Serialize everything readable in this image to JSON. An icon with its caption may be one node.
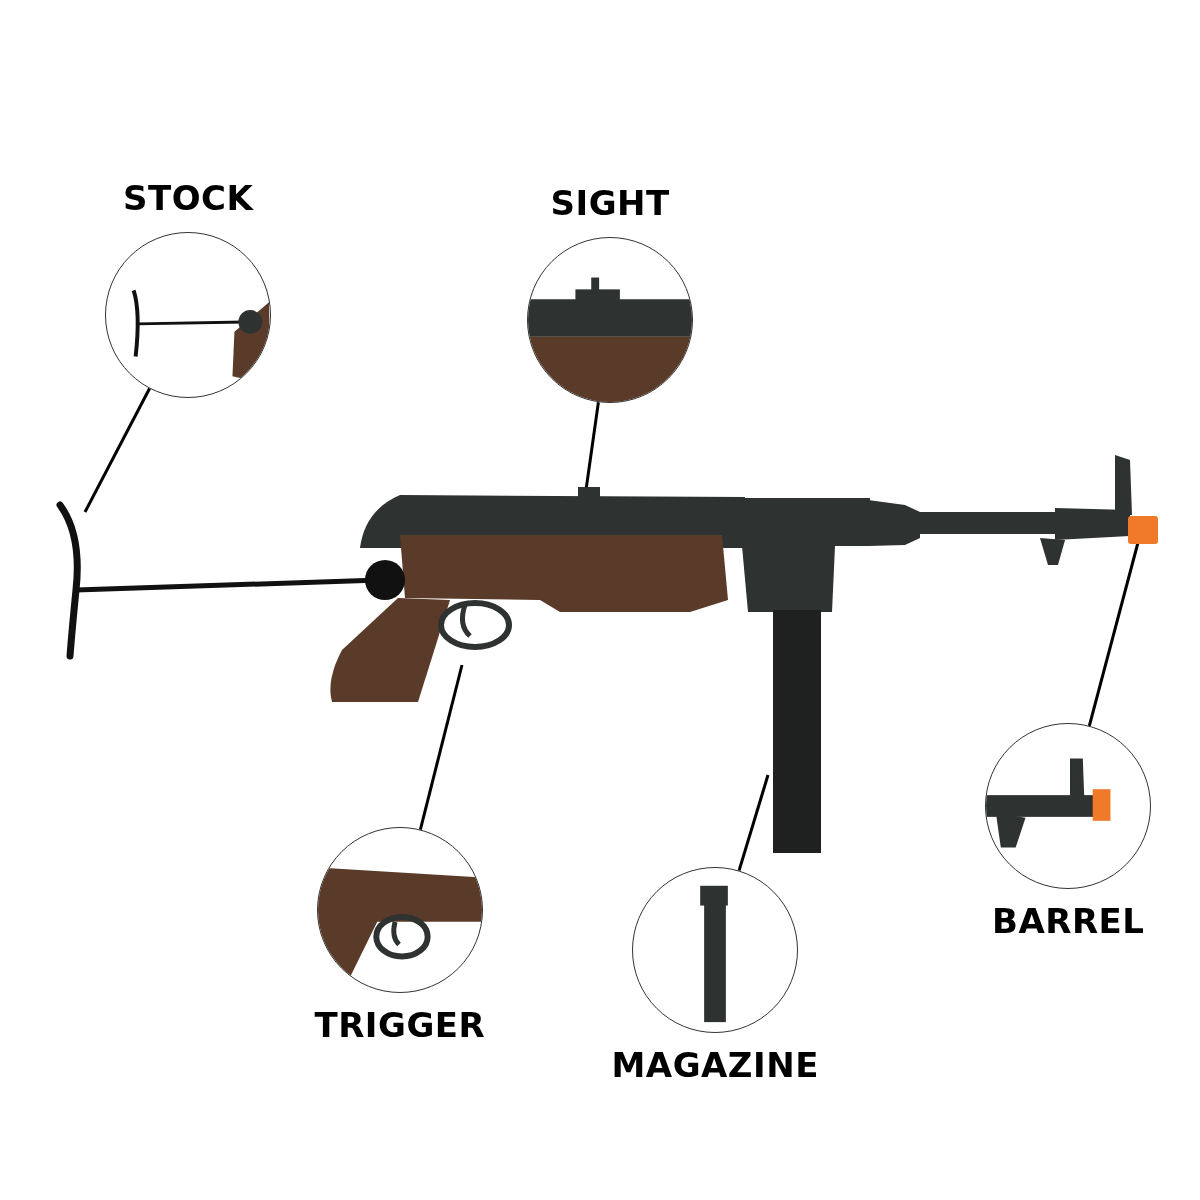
{
  "diagram": {
    "nodes": [
      {
        "text": [],
        "shape": "picture"
      },
      {
        "text": [
          "STOCK"
        ]
      },
      {
        "text": [
          "SIGHT"
        ]
      },
      {
        "text": [
          "TRIGGER"
        ]
      },
      {
        "text": [
          "MAGAZINE"
        ]
      },
      {
        "text": [
          "BARREL"
        ]
      }
    ],
    "edges": [
      {
        "from": 1,
        "to": 0,
        "arrow": "none"
      },
      {
        "from": 2,
        "to": 0,
        "arrow": "none"
      },
      {
        "from": 3,
        "to": 0,
        "arrow": "none"
      },
      {
        "from": 4,
        "to": 0,
        "arrow": "none"
      },
      {
        "from": 5,
        "to": 0,
        "arrow": "none"
      }
    ]
  }
}
